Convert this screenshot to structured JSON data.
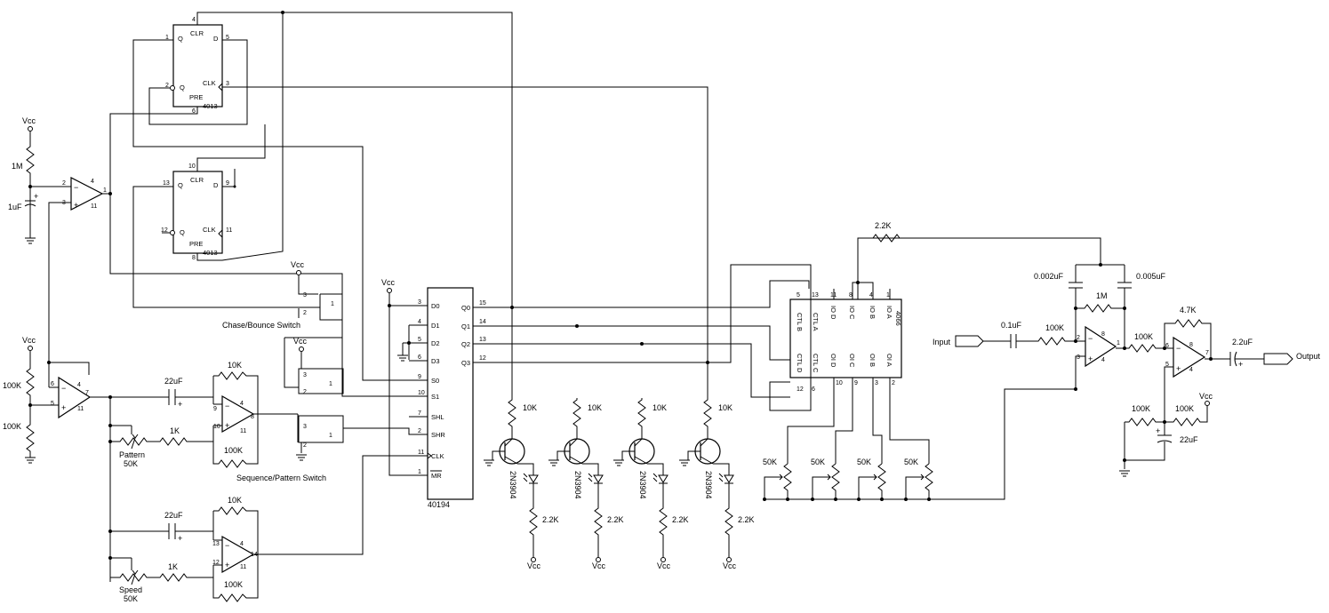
{
  "chips": {
    "ff_top": {
      "clr": "CLR",
      "d": "D",
      "q": "Q",
      "qn": "Q",
      "clk": "CLK",
      "pre": "PRE",
      "part": "4013",
      "pins": [
        "4",
        "1",
        "5",
        "2",
        "3",
        "6"
      ]
    },
    "ff_bot": {
      "clr": "CLR",
      "d": "D",
      "q": "Q",
      "qn": "Q",
      "clk": "CLK",
      "pre": "PRE",
      "part": "4013",
      "pins": [
        "10",
        "13",
        "9",
        "12",
        "11",
        "8"
      ]
    },
    "shift": {
      "part": "40194",
      "left": [
        {
          "pin": "3",
          "name": "D0"
        },
        {
          "pin": "4",
          "name": "D1"
        },
        {
          "pin": "5",
          "name": "D2"
        },
        {
          "pin": "6",
          "name": "D3"
        },
        {
          "pin": "9",
          "name": "S0"
        },
        {
          "pin": "10",
          "name": "S1"
        },
        {
          "pin": "7",
          "name": "SHL"
        },
        {
          "pin": "2",
          "name": "SHR"
        },
        {
          "pin": "11",
          "name": "CLK"
        },
        {
          "pin": "1",
          "name": "MR"
        }
      ],
      "right": [
        {
          "pin": "15",
          "name": "Q0"
        },
        {
          "pin": "14",
          "name": "Q1"
        },
        {
          "pin": "13",
          "name": "Q2"
        },
        {
          "pin": "12",
          "name": "Q3"
        }
      ]
    },
    "switch": {
      "part": "4066",
      "top_pins": [
        "11",
        "8",
        "4",
        "1"
      ],
      "top_names": [
        "IO D",
        "IO C",
        "IO B",
        "IO A"
      ],
      "bottom_pins": [
        "10",
        "9",
        "3",
        "2"
      ],
      "bottom_names": [
        "OI D",
        "OI C",
        "OI B",
        "OI A"
      ],
      "ctl": [
        {
          "pin": "5",
          "name": "CTL B"
        },
        {
          "pin": "13",
          "name": "CTL A"
        },
        {
          "pin": "12",
          "name": "CTL D"
        },
        {
          "pin": "6",
          "name": "CTL C"
        }
      ]
    }
  },
  "opamps": {
    "a1": {
      "pins": [
        "2",
        "3",
        "4",
        "11",
        "1"
      ]
    },
    "a2": {
      "pins": [
        "6",
        "5",
        "4",
        "11",
        "7"
      ]
    },
    "a3": {
      "pins": [
        "9",
        "10",
        "4",
        "11",
        "8"
      ]
    },
    "a4": {
      "pins": [
        "13",
        "12",
        "4",
        "11",
        "14"
      ]
    },
    "a5": {
      "pins": [
        "2",
        "3",
        "8",
        "4",
        "1"
      ]
    },
    "a6": {
      "pins": [
        "6",
        "5",
        "8",
        "4",
        "7"
      ]
    }
  },
  "components": {
    "r_1m": "1M",
    "c_1uf": "1uF",
    "r_100k_a": "100K",
    "r_100k_b": "100K",
    "c_22uf_1": "22uF",
    "r_10k_1": "10K",
    "r_100k_1": "100K",
    "r_1k_1": "1K",
    "pot_pattern": "Pattern",
    "pot_pattern_val": "50K",
    "c_22uf_2": "22uF",
    "r_10k_2": "10K",
    "r_100k_2": "100K",
    "r_1k_2": "1K",
    "pot_speed": "Speed",
    "pot_speed_val": "50K",
    "r_22k_fb": "2.2K",
    "c_0002uf": "0.002uF",
    "c_0005uf": "0.005uF",
    "r_1m_fb": "1M",
    "c_01uf": "0.1uF",
    "r_100k_in": "100K",
    "r_100k_mid": "100K",
    "r_47k": "4.7K",
    "c_22uf_out": "2.2uF",
    "r_100k_bias1": "100K",
    "r_100k_bias2": "100K",
    "c_22uf_bias": "22uF",
    "pots_mix": [
      "50K",
      "50K",
      "50K",
      "50K"
    ],
    "r_base": [
      "10K",
      "10K",
      "10K",
      "10K"
    ],
    "r_led": [
      "2.2K",
      "2.2K",
      "2.2K",
      "2.2K"
    ],
    "transistor": "2N3904"
  },
  "switches": {
    "chase": {
      "label": "Chase/Bounce Switch",
      "pins": [
        "3",
        "2",
        "1"
      ]
    },
    "seq": {
      "label": "Sequence/Pattern Switch",
      "pins_a": [
        "3",
        "2",
        "1"
      ],
      "pins_b": [
        "3",
        "2",
        "1"
      ]
    }
  },
  "power": {
    "vcc": "Vcc"
  },
  "io": {
    "input": "Input",
    "output": "Output"
  }
}
